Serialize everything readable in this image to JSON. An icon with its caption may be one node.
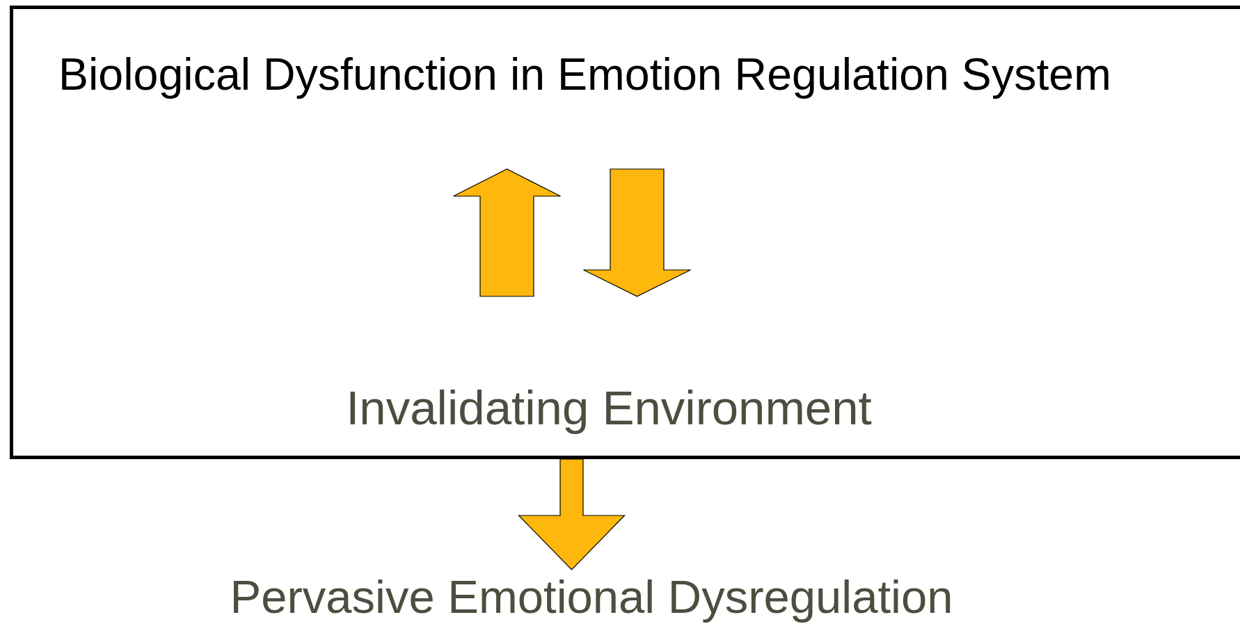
{
  "diagram": {
    "nodes": [
      {
        "text": [],
        "shape": "box"
      },
      {
        "text": [
          "Biological Dysfunction in Emotion Regulation System"
        ],
        "in": 0
      },
      {
        "text": [
          "Invalidating Environment"
        ],
        "in": 0
      },
      {
        "text": [
          "Pervasive Emotional Dysregulation"
        ]
      }
    ],
    "edges": [
      {
        "from": 2,
        "to": 1,
        "arrow": "to"
      },
      {
        "from": 1,
        "to": 2,
        "arrow": "to"
      },
      {
        "from": 0,
        "to": 3,
        "arrow": "to"
      }
    ]
  }
}
